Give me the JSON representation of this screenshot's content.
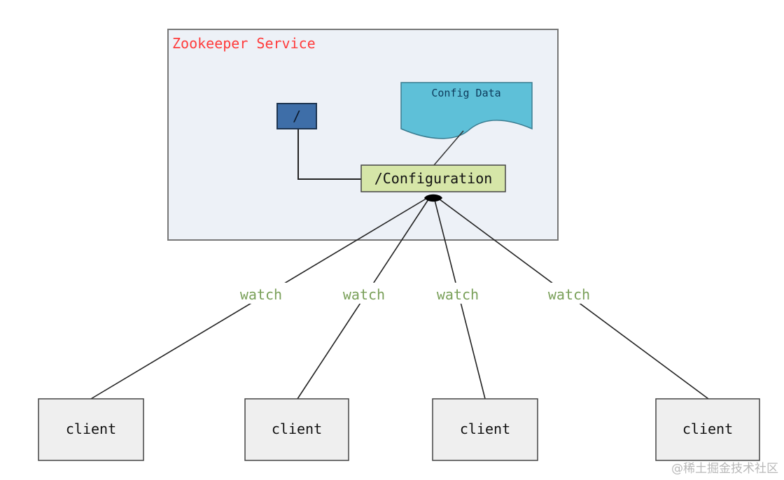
{
  "service": {
    "title": "Zookeeper Service",
    "title_color": "#ff3b3b",
    "background": "#edf1f7",
    "border": "#777777"
  },
  "nodes": {
    "root": {
      "label": "/",
      "fill": "#3e6ea8"
    },
    "configuration": {
      "label": "/Configuration",
      "fill": "#d6e6a8"
    },
    "config_data": {
      "label": "Config Data",
      "fill": "#5ec0d8"
    }
  },
  "watch": {
    "label": "watch",
    "color": "#7aa05a"
  },
  "clients": [
    {
      "label": "client"
    },
    {
      "label": "client"
    },
    {
      "label": "client"
    },
    {
      "label": "client"
    }
  ],
  "watermark": "@稀土掘金技术社区"
}
